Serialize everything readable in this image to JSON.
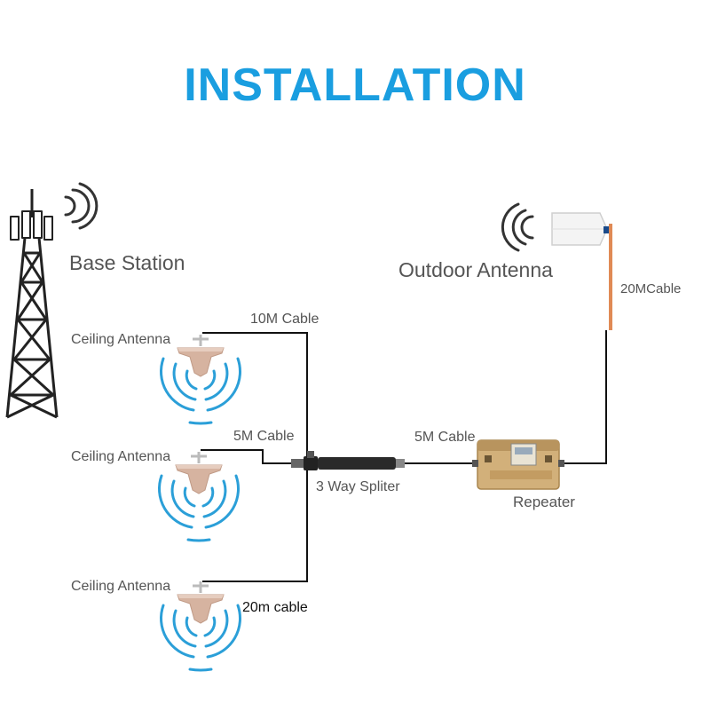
{
  "title": "INSTALLATION",
  "colors": {
    "title": "#1a9ee0",
    "wave": "#2b9fd8",
    "cable": "#111111",
    "antenna_body": "#d9b9a6",
    "repeater": "#c9a46a",
    "outdoor_cable": "#e08a55"
  },
  "labels": {
    "base_station": "Base Station",
    "outdoor_antenna": "Outdoor Antenna",
    "cable_20m_outdoor": "20MCable",
    "cable_10m": "10M Cable",
    "cable_5m_left": "5M Cable",
    "cable_5m_right": "5M Cable",
    "splitter": "3 Way Spliter",
    "repeater": "Repeater",
    "cable_20m_bottom": "20m cable",
    "ceiling_antenna_1": "Ceiling Antenna",
    "ceiling_antenna_2": "Ceiling Antenna",
    "ceiling_antenna_3": "Ceiling Antenna"
  },
  "icons": {
    "tower": "cell-tower-icon",
    "signal": "signal-waves-icon",
    "outdoor_antenna": "panel-antenna-icon",
    "ceiling_antenna": "ceiling-antenna-icon",
    "splitter": "splitter-icon",
    "repeater": "repeater-icon"
  }
}
